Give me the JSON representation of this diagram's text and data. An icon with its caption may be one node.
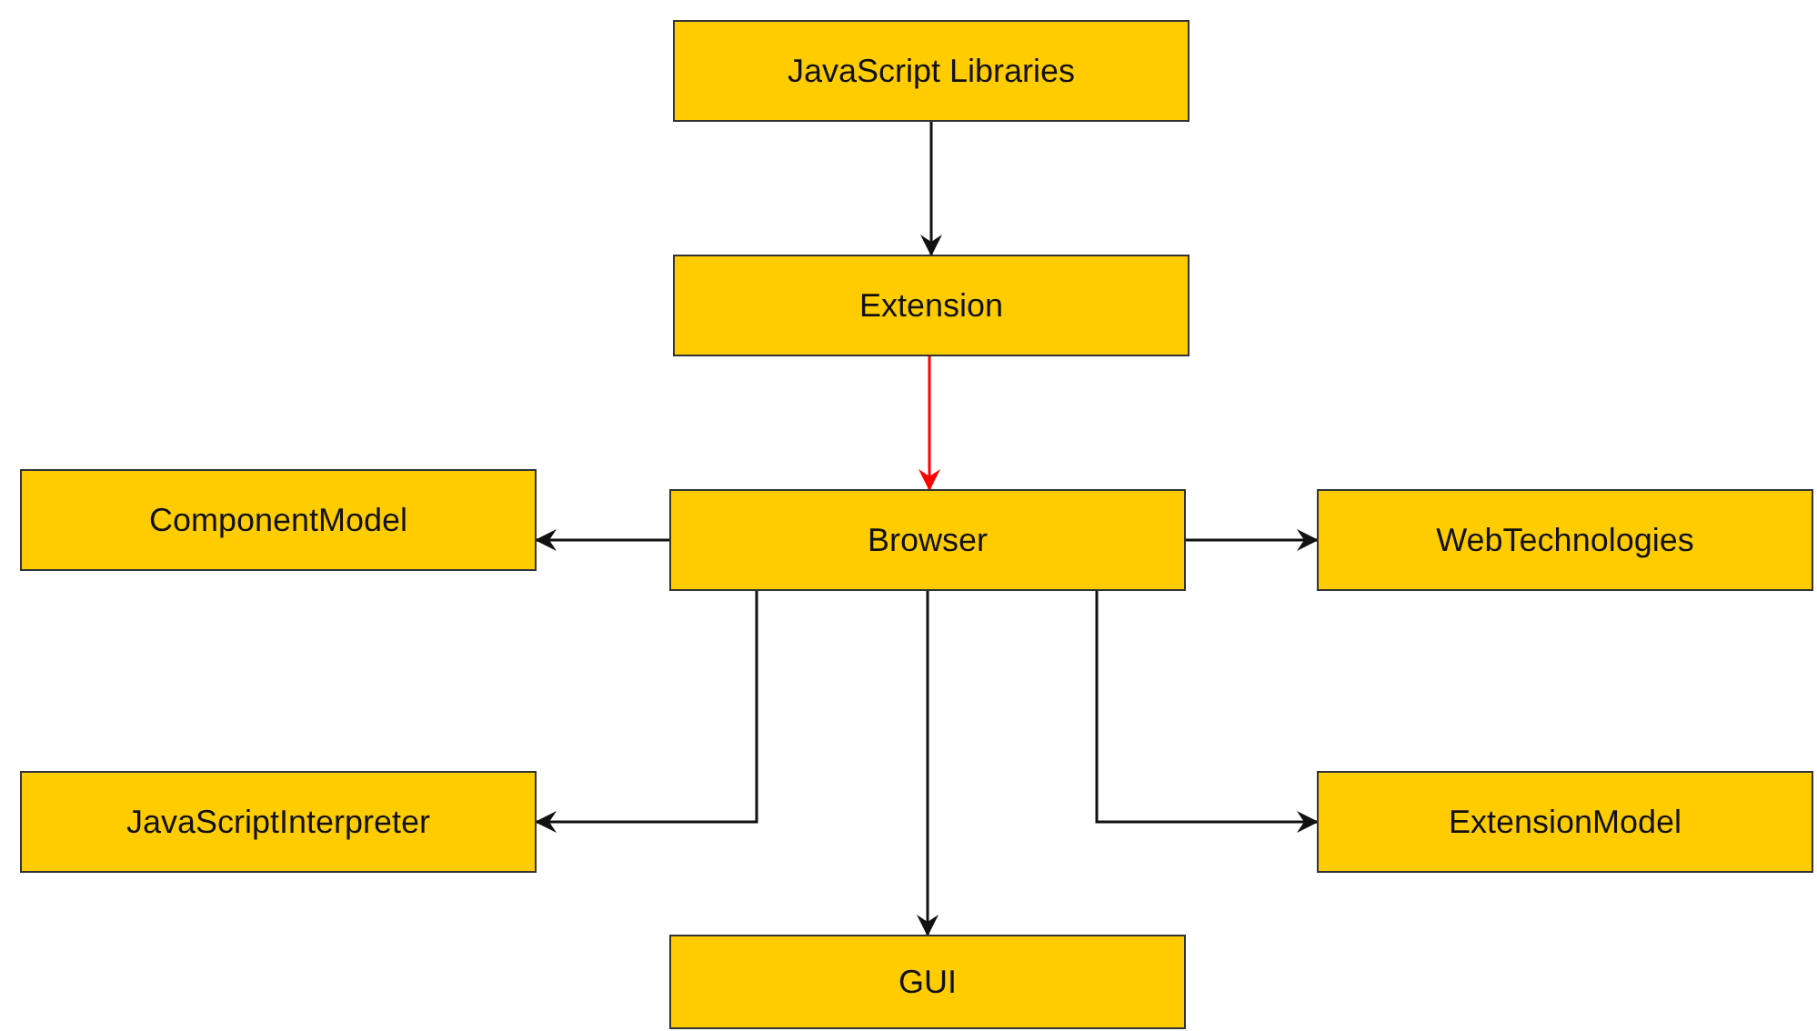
{
  "diagram": {
    "nodes": [
      {
        "text": [
          "JavaScript Libraries"
        ]
      },
      {
        "text": [
          "Extension"
        ]
      },
      {
        "text": [
          "Browser"
        ]
      },
      {
        "text": [
          "ComponentModel"
        ]
      },
      {
        "text": [
          "WebTechnologies"
        ]
      },
      {
        "text": [
          "JavaScriptInterpreter"
        ]
      },
      {
        "text": [
          "ExtensionModel"
        ]
      },
      {
        "text": [
          "GUI"
        ]
      }
    ],
    "edges": [
      {
        "from": 0,
        "to": 1,
        "arrow": "to"
      },
      {
        "from": 1,
        "to": 2,
        "arrow": "to",
        "color": "#ff0000"
      },
      {
        "from": 2,
        "to": 3,
        "arrow": "to"
      },
      {
        "from": 2,
        "to": 4,
        "arrow": "to"
      },
      {
        "from": 2,
        "to": 5,
        "arrow": "to"
      },
      {
        "from": 2,
        "to": 7,
        "arrow": "to"
      },
      {
        "from": 2,
        "to": 6,
        "arrow": "to"
      }
    ]
  }
}
